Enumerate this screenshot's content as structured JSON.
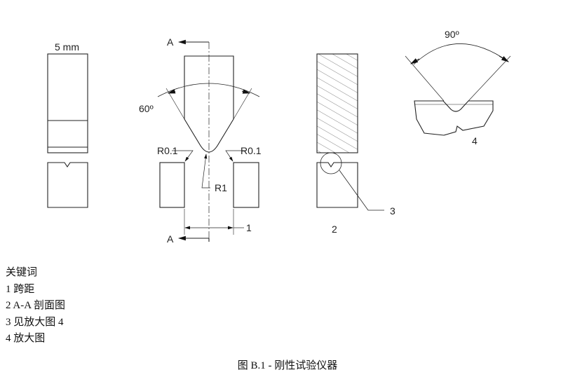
{
  "diagram": {
    "width_label": "5 mm",
    "section_label_top": "A",
    "section_label_bottom": "A",
    "angle_left": "60º",
    "radius_left": "R0.1",
    "radius_right": "R0.1",
    "radius_tip": "R1",
    "callout_1": "1",
    "callout_2": "2",
    "callout_3": "3",
    "angle_detail": "90º",
    "callout_4": "4"
  },
  "key": {
    "title": "关键词",
    "items": [
      "1 跨距",
      "2 A-A  剖面图",
      "3 见放大图  4",
      "4 放大图"
    ]
  },
  "caption": "图  B.1 -  刚性试验仪器"
}
